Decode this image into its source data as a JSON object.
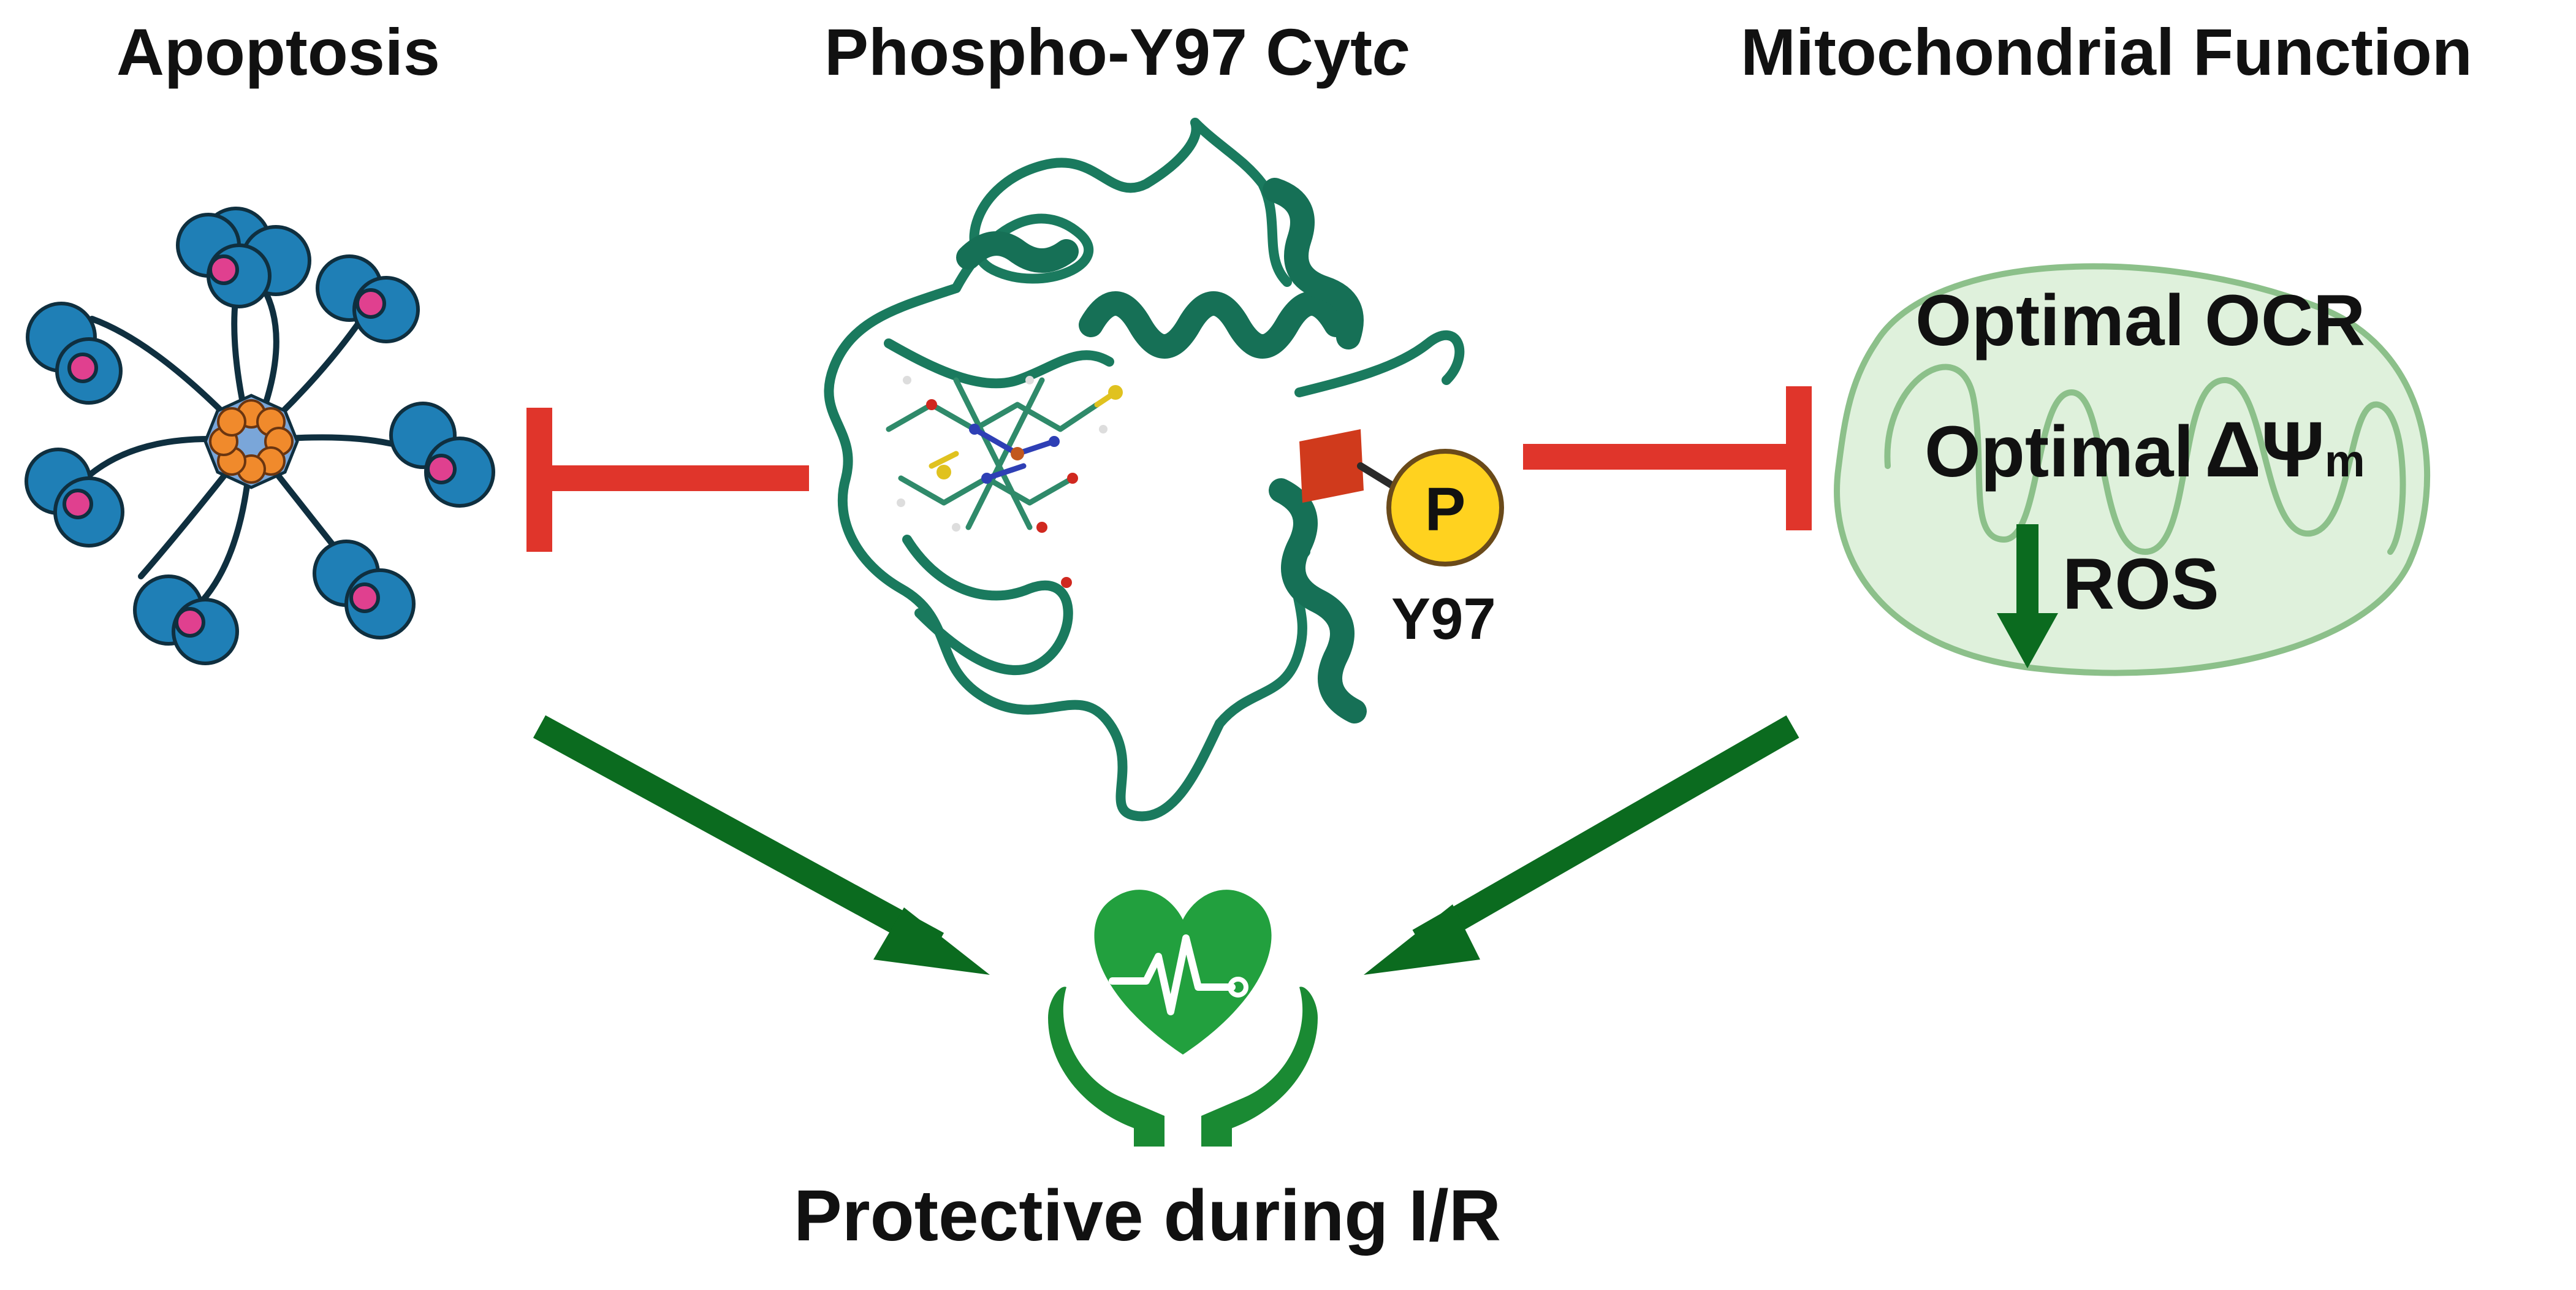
{
  "titles": {
    "apoptosis": "Apoptosis",
    "phospho_prefix": "Phospho-Y97 Cyt",
    "phospho_italic": "c",
    "mito": "Mitochondrial Function"
  },
  "mito_effects": {
    "ocr": "Optimal OCR",
    "dpsi_word": "Optimal",
    "dpsi_symbol": "ΔΨ",
    "dpsi_sub": "m",
    "ros": "ROS"
  },
  "phospho_site": {
    "badge": "P",
    "residue": "Y97"
  },
  "outcome": "Protective during I/R",
  "colors": {
    "inhibit_red": "#e0352b",
    "arrow_green": "#0b6b1f",
    "protein_teal": "#1a7a5e",
    "mito_fill": "#dff1dc",
    "mito_stroke": "#8cc08a",
    "apaf_blue": "#1f7fb6",
    "caspase_orange": "#f08a2c",
    "cytc_pink": "#e0408f",
    "phospho_yellow": "#ffd21f",
    "heart_green": "#22a03e"
  },
  "icons": [
    "apoptosome-icon",
    "cytochrome-c-structure-icon",
    "mitochondrion-icon",
    "protective-heart-hands-icon"
  ]
}
